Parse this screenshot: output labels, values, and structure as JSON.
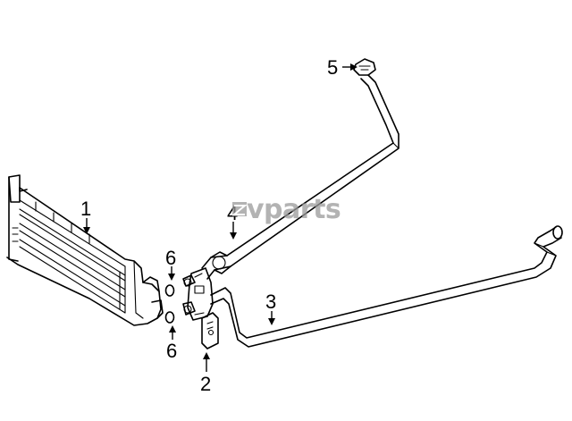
{
  "watermark": {
    "brand": "zvparts"
  },
  "callouts": [
    {
      "id": "1",
      "label": "1",
      "part": "oil cooler"
    },
    {
      "id": "2",
      "label": "2",
      "part": "bracket"
    },
    {
      "id": "3",
      "label": "3",
      "part": "outlet tube"
    },
    {
      "id": "4",
      "label": "4",
      "part": "inlet tube"
    },
    {
      "id": "5",
      "label": "5",
      "part": "clip"
    },
    {
      "id": "6a",
      "label": "6",
      "part": "o-ring upper"
    },
    {
      "id": "6b",
      "label": "6",
      "part": "o-ring lower"
    }
  ]
}
